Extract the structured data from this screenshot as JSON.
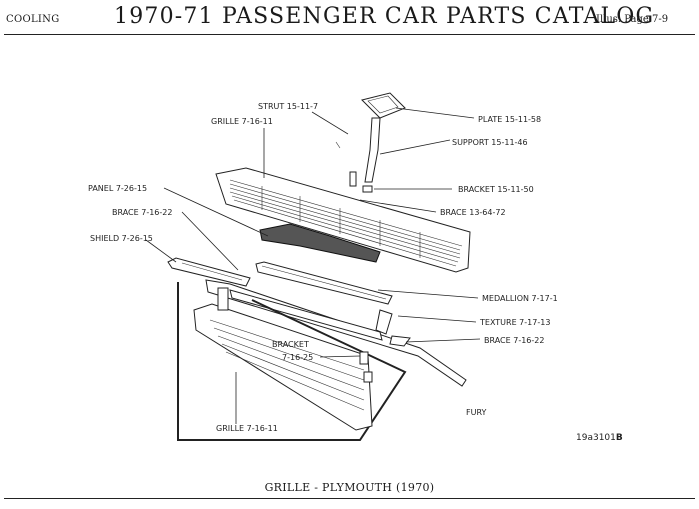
{
  "header": {
    "section": "COOLING",
    "title": "1970-71 PASSENGER CAR PARTS CATALOG",
    "page_ref": "Illus. Page 7-9"
  },
  "diagram": {
    "callouts": {
      "strut": "STRUT 15-11-7",
      "grille_top": "GRILLE 7-16-11",
      "plate": "PLATE 15-11-58",
      "support": "SUPPORT 15-11-46",
      "panel": "PANEL 7-26-15",
      "bracket_top": "BRACKET 15-11-50",
      "brace_left": "BRACE 7-16-22",
      "brace_right_upper": "BRACE 13-64-72",
      "shield": "SHIELD 7-26-15",
      "medallion": "MEDALLION 7-17-1",
      "texture": "TEXTURE 7-17-13",
      "brace_right_lower": "BRACE 7-16-22",
      "bracket_inset_line1": "BRACKET",
      "bracket_inset_line2": "7-16-25",
      "grille_bottom": "GRILLE 7-16-11"
    },
    "model_note": "FURY",
    "illustration_code": "19a3101",
    "illustration_code_suffix": "B"
  },
  "caption": "GRILLE - PLYMOUTH (1970)"
}
